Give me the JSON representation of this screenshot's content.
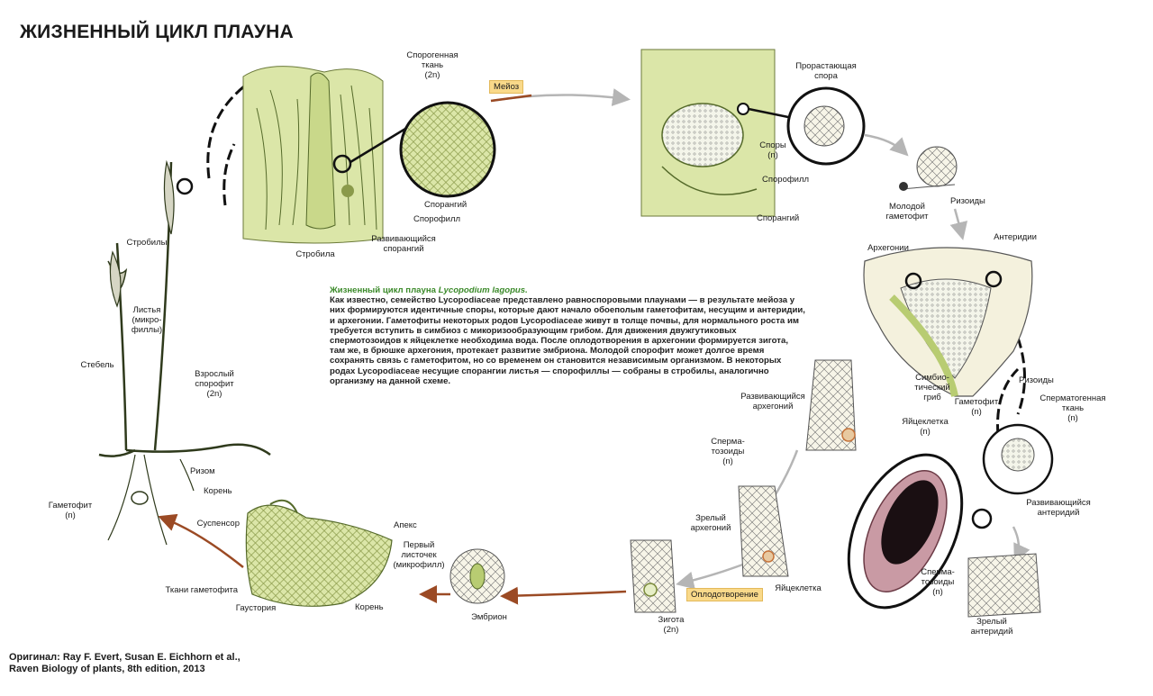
{
  "title": "ЖИЗНЕННЫЙ ЦИКЛ ПЛАУНА",
  "caption": {
    "heading_prefix": "Жизненный цикл плауна ",
    "heading_species": "Lycopodium lagopus.",
    "body": "Как известно, семейство Lycopodiaceae представлено равноспоровыми плаунами — в результате мейоза у них формируются идентичные споры, которые дают начало обоеполым гаметофитам, несущим и антеридии, и архегонии. Гаметофиты некоторых родов Lycopodiaceae живут в толще почвы, для нормального роста им требуется вступить в симбиоз с микоризообразующим грибом. Для движения двужгутиковых спермотозоидов к яйцеклетке необходима вода. После оплодотворения в архегонии формируется зигота, там же, в брюшке архегония, протекает развитие эмбриона. Молодой спорофит может долгое время сохранять связь с гаметофитом, но со временем он становится независимым организмом. В некоторых родах Lycopodiaceae несущие спорангии листья — спорофиллы — собраны в стробилы, аналогично организму на данной схеме."
  },
  "stage_tags": {
    "meiosis": "Мейоз",
    "fertilization": "Оплодотворение"
  },
  "labels": {
    "sporogenous_tissue": "Спорогенная\nткань\n(2n)",
    "sporangium_1": "Спорангий",
    "sporophyll_1": "Спорофилл",
    "developing_sporangium": "Развивающийся\nспорангий",
    "strobilus": "Стробила",
    "germinating_spore": "Прорастающая\nспора",
    "spores": "Споры\n(n)",
    "sporophyll_2": "Спорофилл",
    "sporangium_2": "Спорангий",
    "young_gametophyte": "Молодой\nгаметофит",
    "rhizoids_1": "Ризоиды",
    "archegonia": "Архегонии",
    "antheridia": "Антеридии",
    "symbiotic_fungus": "Симбио-\nтический\nгриб",
    "gametophyte_n_right": "Гаметофит\n(n)",
    "rhizoids_2": "Ризоиды",
    "spermatogenous_tissue": "Сперматогенная\nткань\n(n)",
    "developing_archegonium": "Развивающийся\nархегоний",
    "egg_1": "Яйцеклетка\n(n)",
    "sperm_1": "Сперма-\nтозоиды\n(n)",
    "developing_antheridium": "Развивающийся\nантеридий",
    "mature_archegonium": "Зрелый\nархегоний",
    "egg_2": "Яйцеклетка",
    "sperm_2": "Сперма-\nтозоиды\n(n)",
    "mature_antheridium": "Зрелый\nантеридий",
    "zygote": "Зигота\n(2n)",
    "embryo": "Эмбрион",
    "suspensor": "Суспенсор",
    "apex": "Апекс",
    "first_leaf": "Первый\nлисточек\n(микрофилл)",
    "gametophyte_tissues": "Ткани гаметофита",
    "haustorium": "Гаустория",
    "root_embryo": "Корень",
    "strobili": "Стробилы",
    "leaves": "Листья\n(микро-\nфиллы)",
    "stem": "Стебель",
    "adult_sporophyte": "Взрослый\nспорофит\n(2n)",
    "rhizome": "Ризом",
    "root": "Корень",
    "gametophyte_n_left": "Гаметофит\n(n)"
  },
  "source": {
    "line1": "Оригинал: Ray F. Evert, Susan E. Eichhorn et al.,",
    "line2": "Raven Biology of plants, 8th edition, 2013"
  },
  "colors": {
    "tissue_green": "#dbe6a8",
    "tissue_green_dark": "#b8cc72",
    "arrow_brown": "#9b4a24",
    "arrow_gray": "#b5b5b5",
    "tag_yellow": "#f9d98a",
    "fungus_pink": "#b07b86"
  }
}
